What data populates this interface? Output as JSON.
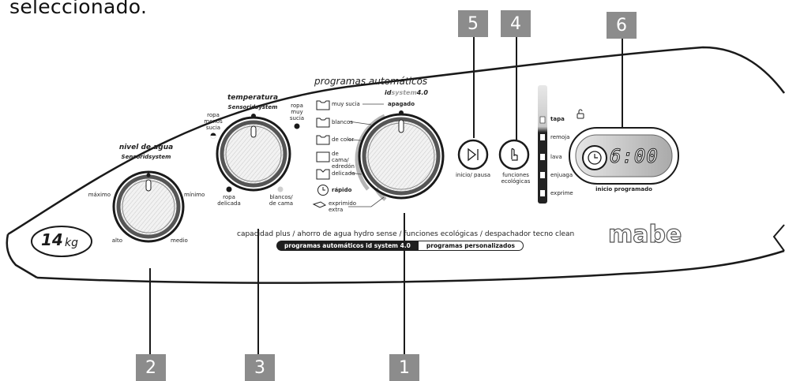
{
  "heading": "seleccionado.",
  "callouts": [
    "5",
    "4",
    "6",
    "2",
    "3",
    "1"
  ],
  "water_level": {
    "title": "nivel de agua",
    "subtitle": "Sensoridsystem",
    "labels": [
      "máximo",
      "mínimo",
      "alto",
      "medio"
    ]
  },
  "temperature": {
    "title": "temperatura",
    "subtitle": "Sensoridsystem",
    "labels": [
      "ropa menos sucia",
      "ropa muy sucia",
      "ropa delicada",
      "blancos/ de cama"
    ]
  },
  "programs": {
    "title": "programas automáticos",
    "sub_prefix": "id",
    "sub_mid": "system",
    "sub_suffix": "4.0",
    "off_label": "apagado",
    "items": [
      "muy sucia",
      "blancos",
      "de color",
      "de cama/ edredón",
      "delicada",
      "rápido",
      "exprimido extra"
    ]
  },
  "start_pause": {
    "label": "inicio/ pausa"
  },
  "eco": {
    "label": "funciones ecológicas"
  },
  "status": {
    "lid_label": "tapa",
    "stages": [
      "remoja",
      "lava",
      "enjuaga",
      "exprime"
    ]
  },
  "display": {
    "time": "6:00",
    "label": "inicio programado"
  },
  "capacity": {
    "number": "14",
    "unit": "kg"
  },
  "features_text": "capacidad plus / ahorro de agua hydro sense / funciones ecológicas / despachador tecno clean",
  "program_tabs": [
    "programas automáticos id system 4.0",
    "programas personalizados"
  ],
  "brand": "mabe",
  "colors": {
    "callout_bg": "#8c8c8c",
    "panel_line": "#1a1a1a",
    "dial_border": "#3a3a3a"
  }
}
